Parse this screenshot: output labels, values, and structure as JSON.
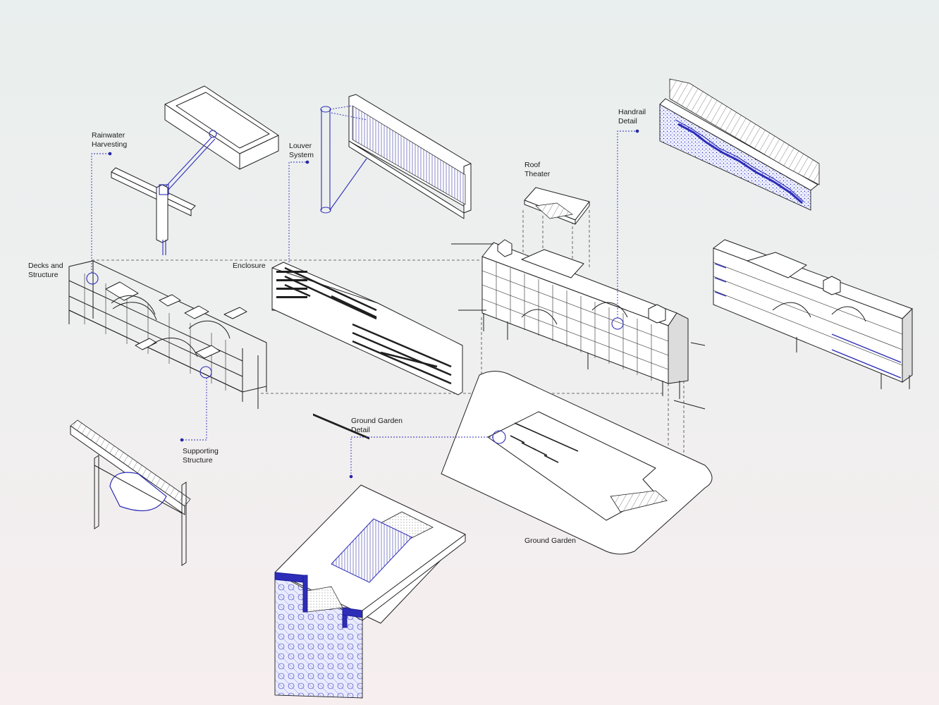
{
  "labels": {
    "rainwater": [
      "Rainwater",
      "Harvesting"
    ],
    "louver": [
      "Louver",
      "System"
    ],
    "roof_theater": [
      "Roof",
      "Theater"
    ],
    "handrail": [
      "Handrail",
      "Detail"
    ],
    "decks": [
      "Decks and",
      "Structure"
    ],
    "enclosure": "Enclosure",
    "supporting": [
      "Supporting",
      "Structure"
    ],
    "ground_garden_detail": [
      "Ground Garden",
      "Detail"
    ],
    "ground_garden": "Ground Garden"
  },
  "colors": {
    "accent_blue": "#2d2db8",
    "line": "#1f1f1f",
    "background_top": "#e9efee",
    "background_bottom": "#f6eeef"
  }
}
